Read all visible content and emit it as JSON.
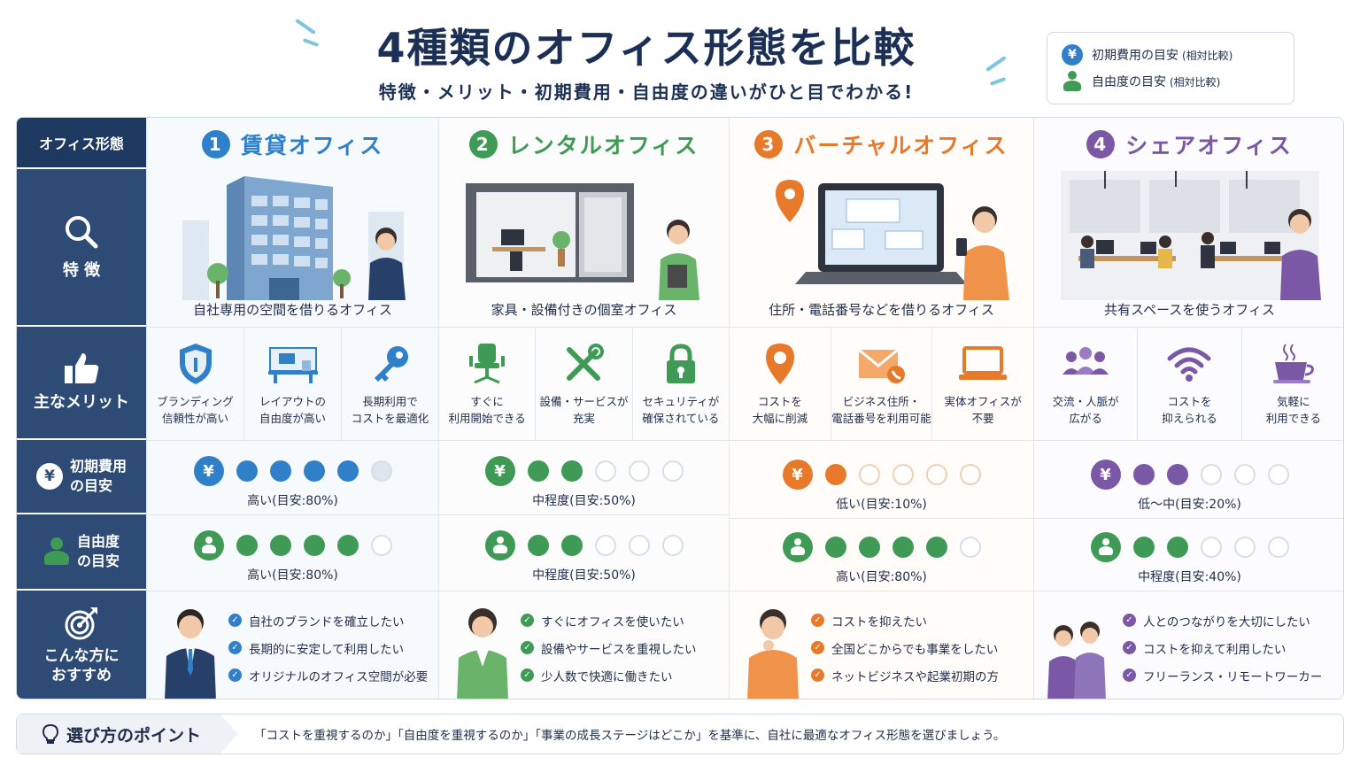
{
  "header": {
    "title": "4種類のオフィス形態を比較",
    "subtitle": "特徴・メリット・初期費用・自由度の違いがひと目でわかる!"
  },
  "legend": {
    "cost_label": "初期費用の目安",
    "cost_note": "(相対比較)",
    "freedom_label": "自由度の目安",
    "freedom_note": "(相対比較)"
  },
  "side": {
    "office_type": "オフィス形態",
    "features": "特 徴",
    "merits": "主なメリット",
    "cost": "初期費用\nの目安",
    "freedom": "自由度\nの目安",
    "recommend": "こんな方に\nおすすめ"
  },
  "colors": {
    "blue": "#2f80c9",
    "green": "#3f9a55",
    "orange": "#e7792b",
    "purple": "#7b58a6",
    "navy": "#2d4b74"
  },
  "columns": [
    {
      "number": "1",
      "name": "賃貸オフィス",
      "feature": "自社専用の空間を借りるオフィス",
      "merits": [
        {
          "icon": "shield-icon",
          "line1": "ブランディング",
          "line2": "信頼性が高い"
        },
        {
          "icon": "office-desk-icon",
          "line1": "レイアウトの",
          "line2": "自由度が高い"
        },
        {
          "icon": "key-icon",
          "line1": "長期利用で",
          "line2": "コストを最適化"
        }
      ],
      "cost": {
        "filled": 4,
        "text": "高い(目安:80%)"
      },
      "freedom": {
        "filled": 4,
        "text": "高い(目安:80%)"
      },
      "recommend": [
        "自社のブランドを確立したい",
        "長期的に安定して利用したい",
        "オリジナルのオフィス空間が必要"
      ]
    },
    {
      "number": "2",
      "name": "レンタルオフィス",
      "feature": "家具・設備付きの個室オフィス",
      "merits": [
        {
          "icon": "office-chair-icon",
          "line1": "すぐに",
          "line2": "利用開始できる"
        },
        {
          "icon": "tools-icon",
          "line1": "設備・サービスが",
          "line2": "充実"
        },
        {
          "icon": "lock-icon",
          "line1": "セキュリティが",
          "line2": "確保されている"
        }
      ],
      "cost": {
        "filled": 2,
        "text": "中程度(目安:50%)"
      },
      "freedom": {
        "filled": 2,
        "text": "中程度(目安:50%)"
      },
      "recommend": [
        "すぐにオフィスを使いたい",
        "設備やサービスを重視したい",
        "少人数で快適に働きたい"
      ]
    },
    {
      "number": "3",
      "name": "バーチャルオフィス",
      "feature": "住所・電話番号などを借りるオフィス",
      "merits": [
        {
          "icon": "location-pin-icon",
          "line1": "コストを",
          "line2": "大幅に削減"
        },
        {
          "icon": "mail-phone-icon",
          "line1": "ビジネス住所・",
          "line2": "電話番号を利用可能"
        },
        {
          "icon": "laptop-icon",
          "line1": "実体オフィスが",
          "line2": "不要"
        }
      ],
      "cost": {
        "filled": 1,
        "text": "低い(目安:10%)"
      },
      "freedom": {
        "filled": 4,
        "text": "高い(目安:80%)"
      },
      "recommend": [
        "コストを抑えたい",
        "全国どこからでも事業をしたい",
        "ネットビジネスや起業初期の方"
      ]
    },
    {
      "number": "4",
      "name": "シェアオフィス",
      "feature": "共有スペースを使うオフィス",
      "merits": [
        {
          "icon": "people-icon",
          "line1": "交流・人脈が",
          "line2": "広がる"
        },
        {
          "icon": "wifi-icon",
          "line1": "コストを",
          "line2": "抑えられる"
        },
        {
          "icon": "coffee-cup-icon",
          "line1": "気軽に",
          "line2": "利用できる"
        }
      ],
      "cost": {
        "filled": 2,
        "text": "低〜中(目安:20%)"
      },
      "freedom": {
        "filled": 2,
        "text": "中程度(目安:40%)"
      },
      "recommend": [
        "人とのつながりを大切にしたい",
        "コストを抑えて利用したい",
        "フリーランス・リモートワーカー"
      ]
    }
  ],
  "tip": {
    "label": "選び方のポイント",
    "text": "「コストを重視するのか」「自由度を重視するのか」「事業の成長ステージはどこか」を基準に、自社に最適なオフィス形態を選びましょう。"
  }
}
